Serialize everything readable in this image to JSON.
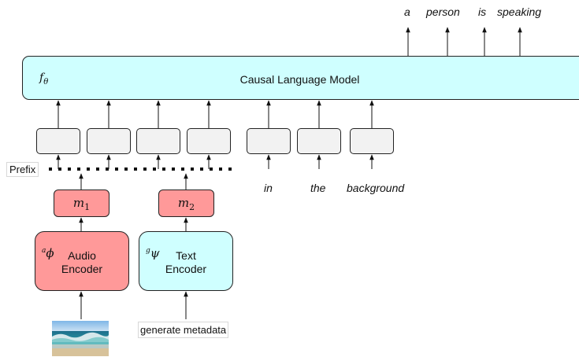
{
  "model": {
    "symbol": "f",
    "symbol_sub": "θ",
    "label": "Causal Language Model"
  },
  "outputs": [
    "a",
    "person",
    "is",
    "speaking"
  ],
  "continuation_tokens": [
    "in",
    "the",
    "background"
  ],
  "prefix_label": "Prefix",
  "mappers": [
    {
      "symbol": "m",
      "sub": "1"
    },
    {
      "symbol": "m",
      "sub": "2"
    }
  ],
  "encoders": [
    {
      "symbol_sup": "a",
      "symbol": "ϕ",
      "label_line1": "Audio",
      "label_line2": "Encoder",
      "color": "#ff9999"
    },
    {
      "symbol_sup": "g",
      "symbol": "ψ",
      "label_line1": "Text",
      "label_line2": "Encoder",
      "color": "#cfffff"
    }
  ],
  "inputs": {
    "text": "generate metadata"
  },
  "colors": {
    "lm_fill": "#cfffff",
    "audio_fill": "#ff9999",
    "token_fill": "#f2f2f2"
  }
}
